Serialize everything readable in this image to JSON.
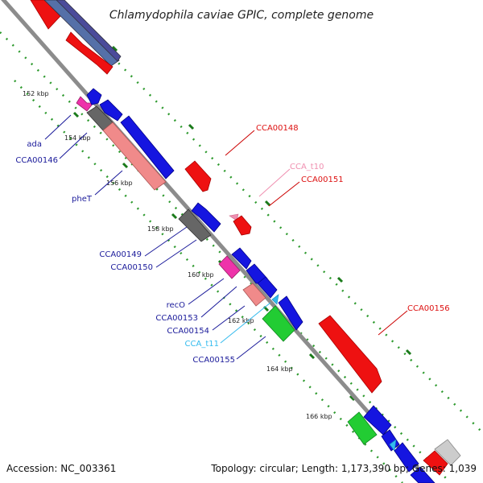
{
  "title": "Chlamydophila caviae GPIC, complete genome",
  "footer": {
    "accession": "Accession: NC_003361",
    "topology": "Topology: circular; Length: 1,173,390 bp; Genes: 1,039"
  },
  "ticks": [
    "152 kbp",
    "154 kbp",
    "156 kbp",
    "158 kbp",
    "160 kbp",
    "162 kbp",
    "164 kbp",
    "166 kbp"
  ],
  "colors": {
    "backbone": "#8c8c8c",
    "tick_major": "#1a7a1a",
    "tick_minor": "#2e9a2e",
    "leader_blue": "#1a1a9a",
    "leader_red": "#cc0000",
    "leader_pink": "#f08fb0",
    "leader_cyan": "#33bbee"
  },
  "labels": {
    "left": [
      {
        "text": "ada",
        "color": "#1a1a9a"
      },
      {
        "text": "CCA00146",
        "color": "#1a1a9a"
      },
      {
        "text": "pheT",
        "color": "#1a1a9a"
      },
      {
        "text": "CCA00149",
        "color": "#1a1a9a"
      },
      {
        "text": "CCA00150",
        "color": "#1a1a9a"
      },
      {
        "text": "recO",
        "color": "#1a1a9a"
      },
      {
        "text": "CCA00153",
        "color": "#1a1a9a"
      },
      {
        "text": "CCA00154",
        "color": "#1a1a9a"
      },
      {
        "text": "CCA_t11",
        "color": "#33bbee"
      },
      {
        "text": "CCA00155",
        "color": "#1a1a9a"
      }
    ],
    "right": [
      {
        "text": "CCA00148",
        "color": "#dd1111"
      },
      {
        "text": "CCA_t10",
        "color": "#f08fb0"
      },
      {
        "text": "CCA00151",
        "color": "#dd1111"
      },
      {
        "text": "CCA00156",
        "color": "#dd1111"
      }
    ]
  }
}
